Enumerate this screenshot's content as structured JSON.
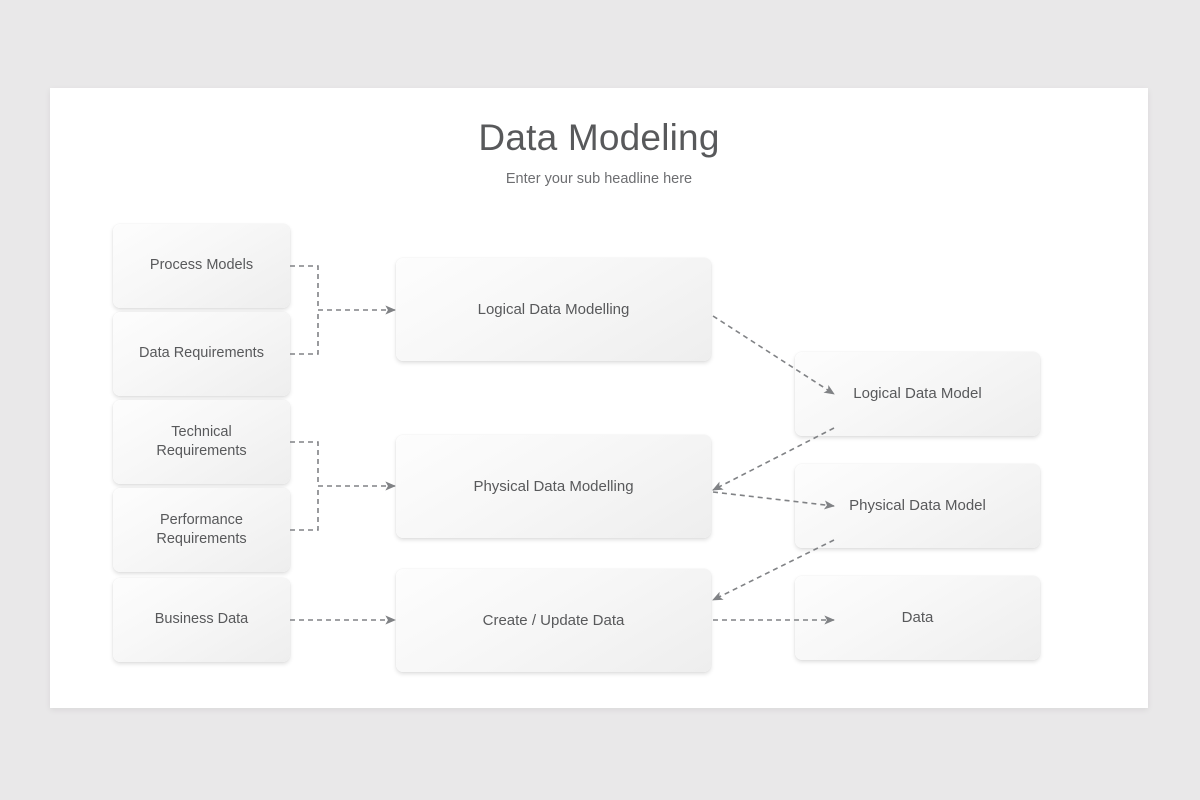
{
  "slide": {
    "title": "Data Modeling",
    "subtitle": "Enter your sub headline here",
    "background_color": "#e9e8e9",
    "canvas_color": "#ffffff"
  },
  "colors": {
    "inputs_accent": "#f5c116",
    "process_accent": "#ef7e18",
    "outputs_accent": "#12a094",
    "card_text": "#58595b",
    "title_text": "#58595b",
    "connector": "#808285"
  },
  "diagram": {
    "type": "flow",
    "columns": [
      {
        "name": "inputs",
        "accent": "#f5c116",
        "nodes": [
          {
            "id": "process-models",
            "label": "Process Models"
          },
          {
            "id": "data-requirements",
            "label": "Data Requirements"
          },
          {
            "id": "technical-requirements",
            "label": "Technical\nRequirements"
          },
          {
            "id": "performance-requirements",
            "label": "Performance\nRequirements"
          },
          {
            "id": "business-data",
            "label": "Business Data"
          }
        ]
      },
      {
        "name": "processes",
        "accent": "#ef7e18",
        "nodes": [
          {
            "id": "logical-data-modelling",
            "label": "Logical Data Modelling"
          },
          {
            "id": "physical-data-modelling",
            "label": "Physical Data Modelling"
          },
          {
            "id": "create-update-data",
            "label": "Create / Update Data"
          }
        ]
      },
      {
        "name": "outputs",
        "accent": "#12a094",
        "nodes": [
          {
            "id": "logical-data-model",
            "label": "Logical Data Model"
          },
          {
            "id": "physical-data-model",
            "label": "Physical Data Model"
          },
          {
            "id": "data",
            "label": "Data"
          }
        ]
      }
    ],
    "connections": [
      {
        "from": "process-models",
        "to": "logical-data-modelling",
        "style": "dashed-elbow"
      },
      {
        "from": "data-requirements",
        "to": "logical-data-modelling",
        "style": "dashed-elbow"
      },
      {
        "from": "technical-requirements",
        "to": "physical-data-modelling",
        "style": "dashed-elbow"
      },
      {
        "from": "performance-requirements",
        "to": "physical-data-modelling",
        "style": "dashed-elbow"
      },
      {
        "from": "business-data",
        "to": "create-update-data",
        "style": "dashed-straight"
      },
      {
        "from": "logical-data-modelling",
        "to": "logical-data-model",
        "style": "dashed-diagonal"
      },
      {
        "from": "logical-data-model",
        "to": "physical-data-modelling",
        "style": "dashed-diagonal"
      },
      {
        "from": "physical-data-modelling",
        "to": "physical-data-model",
        "style": "dashed-diagonal"
      },
      {
        "from": "physical-data-model",
        "to": "create-update-data",
        "style": "dashed-diagonal"
      },
      {
        "from": "create-update-data",
        "to": "data",
        "style": "dashed-straight"
      }
    ]
  }
}
